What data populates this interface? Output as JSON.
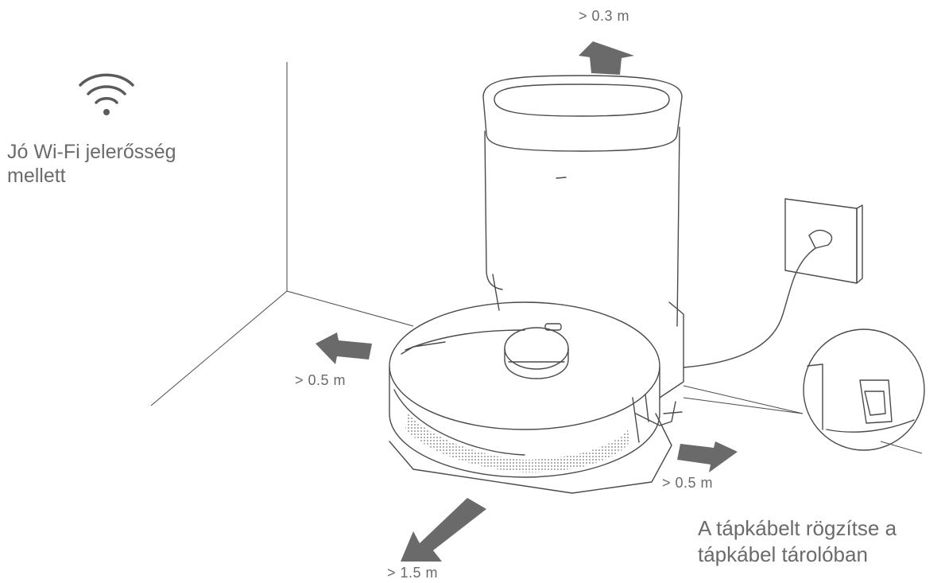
{
  "labels": {
    "wifi_line1": "Jó Wi-Fi jelerősség",
    "wifi_line2": "mellett",
    "cable_line1": "A tápkábelt rögzítse a",
    "cable_line2": "tápkábel tárolóban"
  },
  "distances": {
    "top": "> 0.3 m",
    "left": "> 0.5 m",
    "right": "> 0.5 m",
    "front": "> 1.5 m"
  },
  "icons": {
    "wifi": "wifi-icon",
    "arrows": "arrow-icon"
  },
  "colors": {
    "line": "#4a4a4a",
    "arrow": "#6a6a6a",
    "text": "#6b6b6b"
  }
}
